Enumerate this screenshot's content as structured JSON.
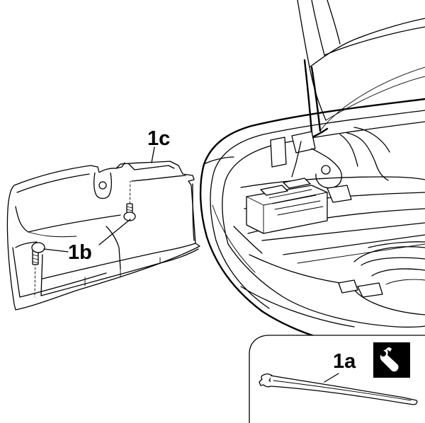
{
  "labels": {
    "panel": "1c",
    "screws": "1b",
    "tool": "1a"
  },
  "icons": {
    "tool_badge": "wrench-icon"
  },
  "colors": {
    "line": "#000000",
    "background": "#ffffff"
  }
}
